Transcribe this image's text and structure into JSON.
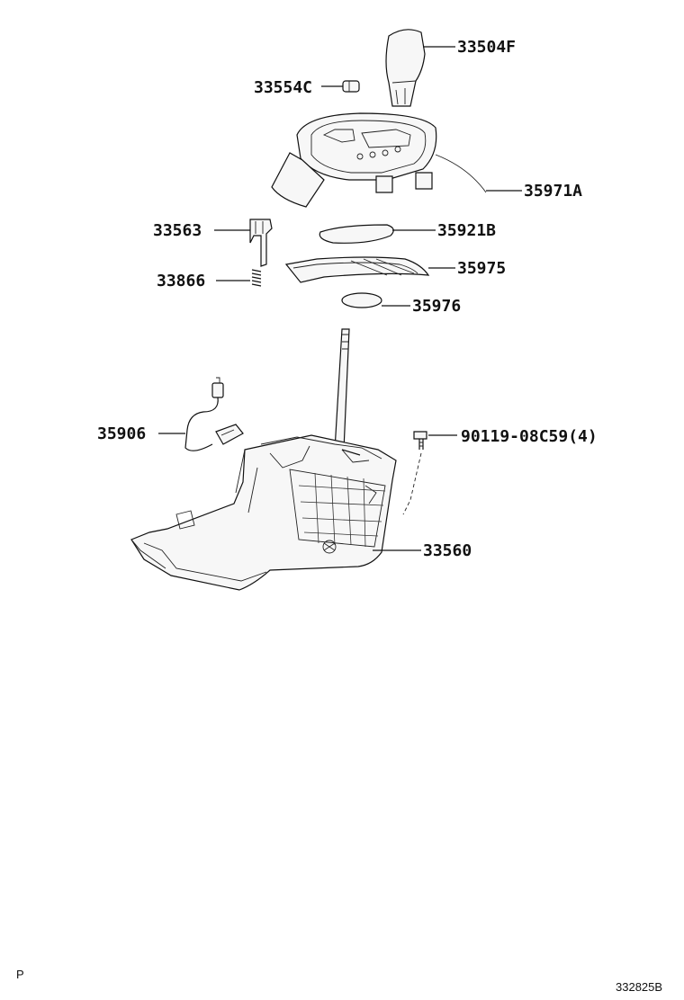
{
  "part_labels": {
    "p33504F": "33504F",
    "p33554C": "33554C",
    "p35971A": "35971A",
    "p33563": "33563",
    "p35921B": "35921B",
    "p33866": "33866",
    "p35975": "35975",
    "p35976": "35976",
    "p35906": "35906",
    "p90119": "90119-08C59(4)",
    "p33560": "33560"
  },
  "corner": {
    "bottom_left": "P",
    "bottom_right": "332825B"
  }
}
